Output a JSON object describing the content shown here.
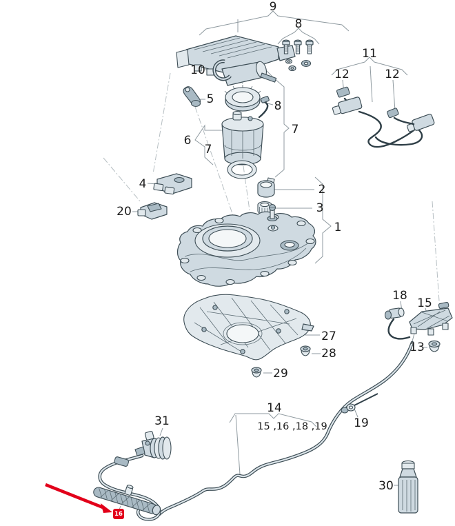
{
  "colors": {
    "background": "#ffffff",
    "part_fill": "#cfdae1",
    "part_fill_light": "#e2e9ed",
    "part_fill_dark": "#a9bac4",
    "outline": "#3e4e56",
    "leader_line": "#8f9aa0",
    "centerline": "#b7bfc3",
    "label_text": "#1d1d1d",
    "highlight_red": "#e2001a"
  },
  "callouts": {
    "c9": "9",
    "c8_top": "8",
    "c10": "10",
    "c5": "5",
    "c11": "11",
    "c12_left": "12",
    "c12_right": "12",
    "c8_ring": "8",
    "c7_right": "7",
    "c6": "6",
    "c7_left": "7",
    "c2": "2",
    "c3": "3",
    "c1": "1",
    "c4": "4",
    "c20": "20",
    "c18": "18",
    "c15": "15",
    "c13": "13",
    "c27": "27",
    "c28": "28",
    "c29": "29",
    "c14": "14",
    "c14_group": "15 ,16 ,18 ,19",
    "c31": "31",
    "c19": "19",
    "c30": "30"
  },
  "highlight": {
    "badge_label": "16",
    "badge_color": "#e2001a",
    "arrow_color": "#e2001a"
  }
}
